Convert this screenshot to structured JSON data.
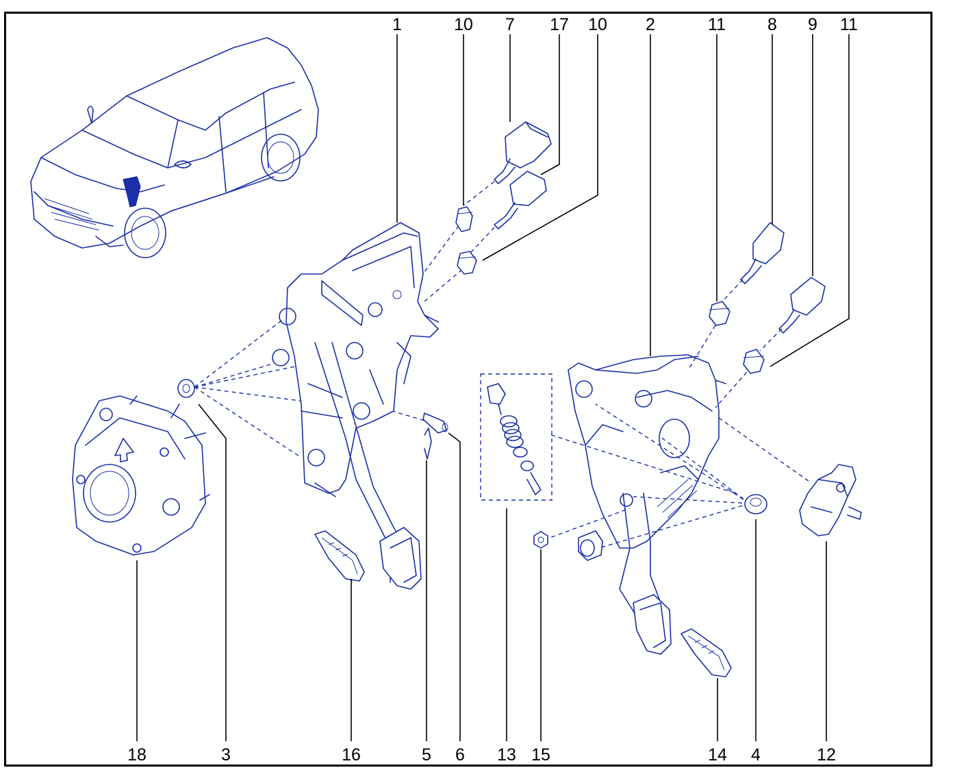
{
  "colors": {
    "line_art": "#1a2fa8",
    "frame": "#000000",
    "background": "#ffffff"
  },
  "callouts": {
    "top": [
      "1",
      "10",
      "7",
      "17",
      "10",
      "2",
      "11",
      "8",
      "9",
      "11"
    ],
    "bottom": [
      "18",
      "3",
      "16",
      "5",
      "6",
      "13",
      "15",
      "14",
      "4",
      "12"
    ]
  }
}
